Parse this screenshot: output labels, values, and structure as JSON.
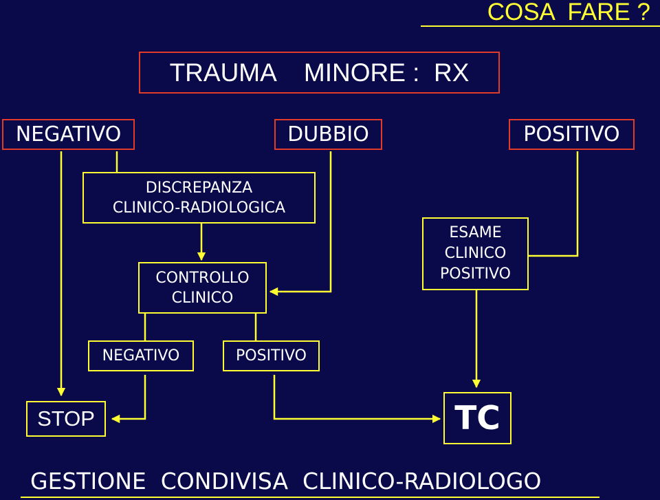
{
  "header": {
    "title": "COSA  FARE ?"
  },
  "main": {
    "title": "TRAUMA    MINORE :  RX"
  },
  "results": {
    "negative": "NEGATIVO",
    "doubtful": "DUBBIO",
    "positive": "POSITIVO"
  },
  "discrepancy": {
    "line1": "DISCREPANZA",
    "line2": "CLINICO-RADIOLOGICA"
  },
  "clinical_check": {
    "line1": "CONTROLLO",
    "line2": "CLINICO"
  },
  "exam_positive": {
    "line1": "ESAME",
    "line2": "CLINICO",
    "line3": "POSITIVO"
  },
  "check_outcomes": {
    "negative": "NEGATIVO",
    "positive": "POSITIVO"
  },
  "stop": "STOP",
  "tc": "TC",
  "footer": "GESTIONE  CONDIVISA  CLINICO-RADIOLOGO",
  "colors": {
    "background": "#0a0a4a",
    "accent": "#ffff33",
    "red_border": "#e23b2a",
    "text": "#ffffff"
  }
}
